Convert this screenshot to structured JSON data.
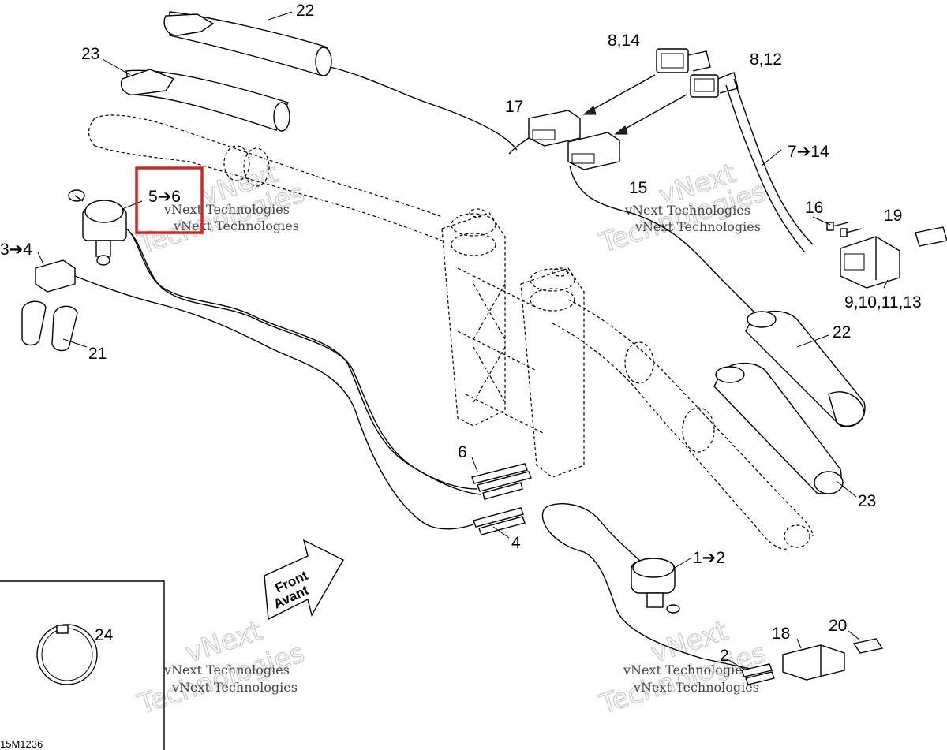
{
  "callouts": {
    "c22a": "22",
    "c23a": "23",
    "c814": "8,14",
    "c812": "8,12",
    "c17": "17",
    "c15": "15",
    "c714": "7➔14",
    "c56": "5➔6",
    "c34": "3➔4",
    "c21": "21",
    "c16": "16",
    "c19": "19",
    "c9": "9,10,11,13",
    "c22b": "22",
    "c23b": "23",
    "c6": "6",
    "c4": "4",
    "c12": "1➔2",
    "c24": "24",
    "c18": "18",
    "c20": "20",
    "c2": "2"
  },
  "front_label": {
    "line1": "Front",
    "line2": "Avant"
  },
  "figure_code": "15M1236",
  "watermark": {
    "small": "vNext Technologies",
    "big_line1": "vNext",
    "big_line2": "Technologies"
  },
  "highlight_color": "#e0201c"
}
